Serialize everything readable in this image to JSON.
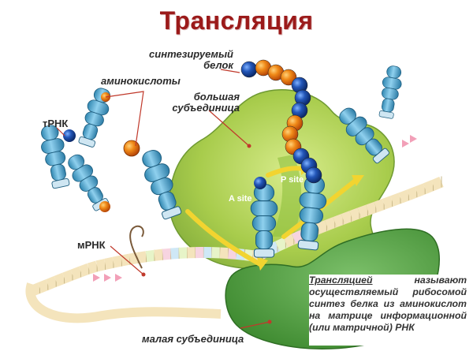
{
  "title": "Трансляция",
  "labels": {
    "protein": [
      "синтезируемый",
      "белок"
    ],
    "amino_acids": "аминокислоты",
    "large_subunit": [
      "большая",
      "субъединица"
    ],
    "trna": "тРНК",
    "a_site": "A site",
    "p_site": "P site",
    "mrna": "мРНК",
    "small_subunit": "малая субъединица"
  },
  "definition": {
    "term": "Трансляцией",
    "text": " называют осуществляемый рибосомой синтез белка из аминокислот на матрице информационной (или матричной) РНК"
  },
  "colors": {
    "title": "#9b1a1a",
    "large_subunit": "#a6c94a",
    "small_subunit": "#4f9a3c",
    "trna": "#4fa3c9",
    "amino_acid_orange": "#e8740c",
    "amino_acid_blue": "#1b4aa0",
    "mrna_strand": "#f2e2b8",
    "arrow": "#f2d430"
  },
  "protein_chain_beads": [
    "blue",
    "orange",
    "orange",
    "orange",
    "blue",
    "blue",
    "blue",
    "orange",
    "orange",
    "orange",
    "blue",
    "blue",
    "blue"
  ]
}
